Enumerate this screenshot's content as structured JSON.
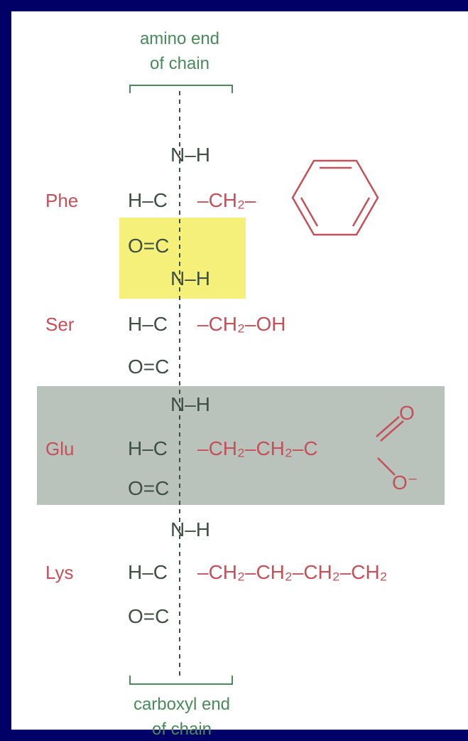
{
  "colors": {
    "frame": "#000066",
    "background": "#ffffff",
    "backbone_text": "#3f4f45",
    "side_chain": "#c4505a",
    "chain_end_label": "#4a8a5a",
    "peptide_bond_highlight": "#f4f07a",
    "glu_highlight": "#b9c2bb"
  },
  "labels": {
    "amino_end_line1": "amino end",
    "amino_end_line2": "of chain",
    "carboxyl_end_line1": "carboxyl end",
    "carboxyl_end_line2": "of chain"
  },
  "residues": [
    {
      "name": "Phe",
      "alpha": "H–C",
      "side_chain": "–CH₂–"
    },
    {
      "name": "Ser",
      "alpha": "H–C",
      "side_chain": "–CH₂–OH"
    },
    {
      "name": "Glu",
      "alpha": "H–C",
      "side_chain": "–CH₂–CH₂–C",
      "carboxyl_o_top": "O",
      "carboxyl_o_bottom": "O⁻"
    },
    {
      "name": "Lys",
      "alpha": "H–C",
      "side_chain": "–CH₂–CH₂–CH₂–CH₂"
    }
  ],
  "backbone": {
    "amine": "N–H",
    "carbonyl": "O=C"
  },
  "icons": {
    "benzene_ring": "benzene-ring-icon"
  }
}
